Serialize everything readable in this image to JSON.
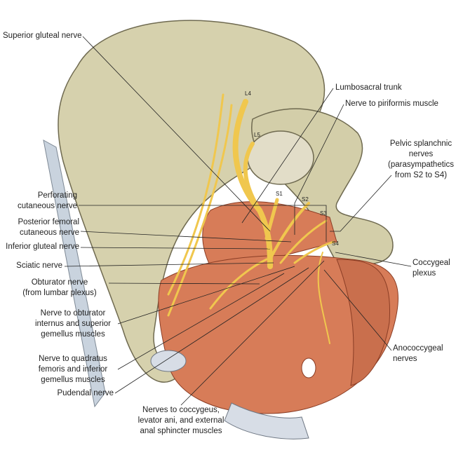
{
  "labels": {
    "superior_gluteal": "Superior gluteal nerve",
    "lumbosacral_trunk": "Lumbosacral trunk",
    "nerve_to_piriformis": "Nerve to piriformis muscle",
    "pelvic_splanchnic": [
      "Pelvic splanchnic",
      "nerves",
      "(parasympathetics",
      "from S2 to S4)"
    ],
    "perforating_cutaneous": [
      "Perforating",
      "cutaneous nerve"
    ],
    "posterior_femoral_cutaneous": [
      "Posterior femoral",
      "cutaneous nerve"
    ],
    "inferior_gluteal": "Inferior gluteal nerve",
    "sciatic": "Sciatic nerve",
    "obturator": [
      "Obturator nerve",
      "(from lumbar plexus)"
    ],
    "obturator_internus": [
      "Nerve to obturator",
      "internus and superior",
      "gemellus muscles"
    ],
    "quadratus_femoris": [
      "Nerve to quadratus",
      "femoris and inferior",
      "gemellus muscles"
    ],
    "pudendal": "Pudendal nerve",
    "coccygeus": [
      "Nerves to coccygeus,",
      "levator ani, and external",
      "anal sphincter muscles"
    ],
    "coccygeal_plexus": [
      "Coccygeal",
      "plexus"
    ],
    "anococcygeal": [
      "Anococcygeal",
      "nerves"
    ]
  },
  "roots": {
    "l4": "L4",
    "l5": "L5",
    "s1": "S1",
    "s2": "S2",
    "s3": "S3",
    "s4": "S4"
  },
  "colors": {
    "bone": "#d6d1ad",
    "bone_dark": "#b9b38d",
    "muscle": "#d77c58",
    "nerve": "#f0c74e",
    "ligament": "#c9d3de",
    "line": "#222222"
  }
}
